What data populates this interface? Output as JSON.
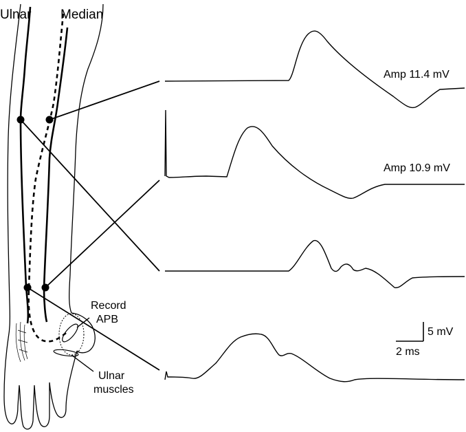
{
  "labels": {
    "ulnar": "Ulnar",
    "median": "Median",
    "record": "Record",
    "apb": "APB",
    "ulnar_muscles_1": "Ulnar",
    "ulnar_muscles_2": "muscles"
  },
  "traces": [
    {
      "amplitude_label": "Amp 11.4 mV"
    },
    {
      "amplitude_label": "Amp 10.9 mV"
    },
    {
      "amplitude_label": ""
    },
    {
      "amplitude_label": ""
    }
  ],
  "scale_bar": {
    "voltage": "5 mV",
    "time": "2 ms"
  }
}
